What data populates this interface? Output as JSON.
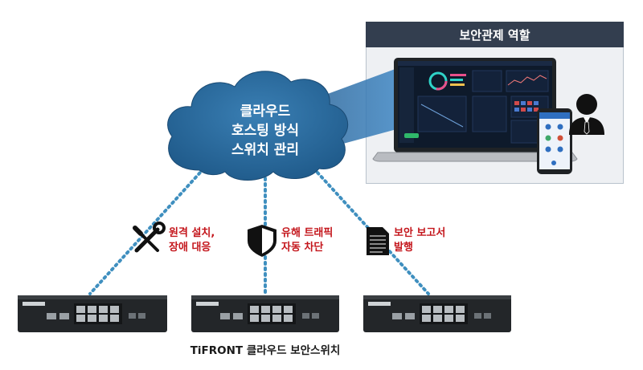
{
  "security_panel": {
    "title": "보안관제 역할"
  },
  "cloud": {
    "lines": [
      "클라우드",
      "호스팅 방식",
      "스위치 관리"
    ]
  },
  "features": [
    {
      "icon": "wrench-screwdriver-icon",
      "lines": [
        "원격 설치,",
        "장애 대응"
      ]
    },
    {
      "icon": "shield-icon",
      "lines": [
        "유해 트래픽",
        "자동 차단"
      ]
    },
    {
      "icon": "document-icon",
      "lines": [
        "보안 보고서",
        "발행"
      ]
    }
  ],
  "caption": "TiFRONT 클라우드 보안스위치",
  "colors": {
    "cloud": "#2c6c9e",
    "panel_header": "#333e4f",
    "feature_text": "#c4161c",
    "link_dots": "#3f8fbf"
  }
}
